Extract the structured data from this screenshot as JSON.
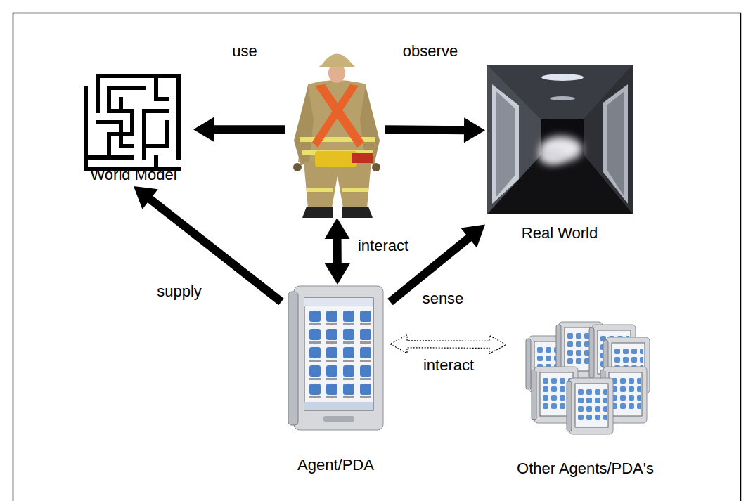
{
  "diagram": {
    "nodes": [
      {
        "text": []
      },
      {
        "text": [
          "World Model"
        ]
      },
      {
        "text": [
          "Real World"
        ]
      },
      {
        "text": [
          "Agent/PDA"
        ]
      },
      {
        "text": [
          "Other Agents/PDA's"
        ]
      }
    ],
    "edges": [
      {
        "from": 0,
        "to": 1,
        "label": "use",
        "arrow": "to"
      },
      {
        "from": 0,
        "to": 2,
        "label": "observe",
        "arrow": "to"
      },
      {
        "from": 3,
        "to": 0,
        "label": "interact",
        "arrow": "both"
      },
      {
        "from": 3,
        "to": 1,
        "label": "supply",
        "arrow": "to"
      },
      {
        "from": 3,
        "to": 2,
        "label": "sense",
        "arrow": "to"
      },
      {
        "from": 3,
        "to": 4,
        "label": "interact",
        "arrow": "both"
      }
    ]
  }
}
